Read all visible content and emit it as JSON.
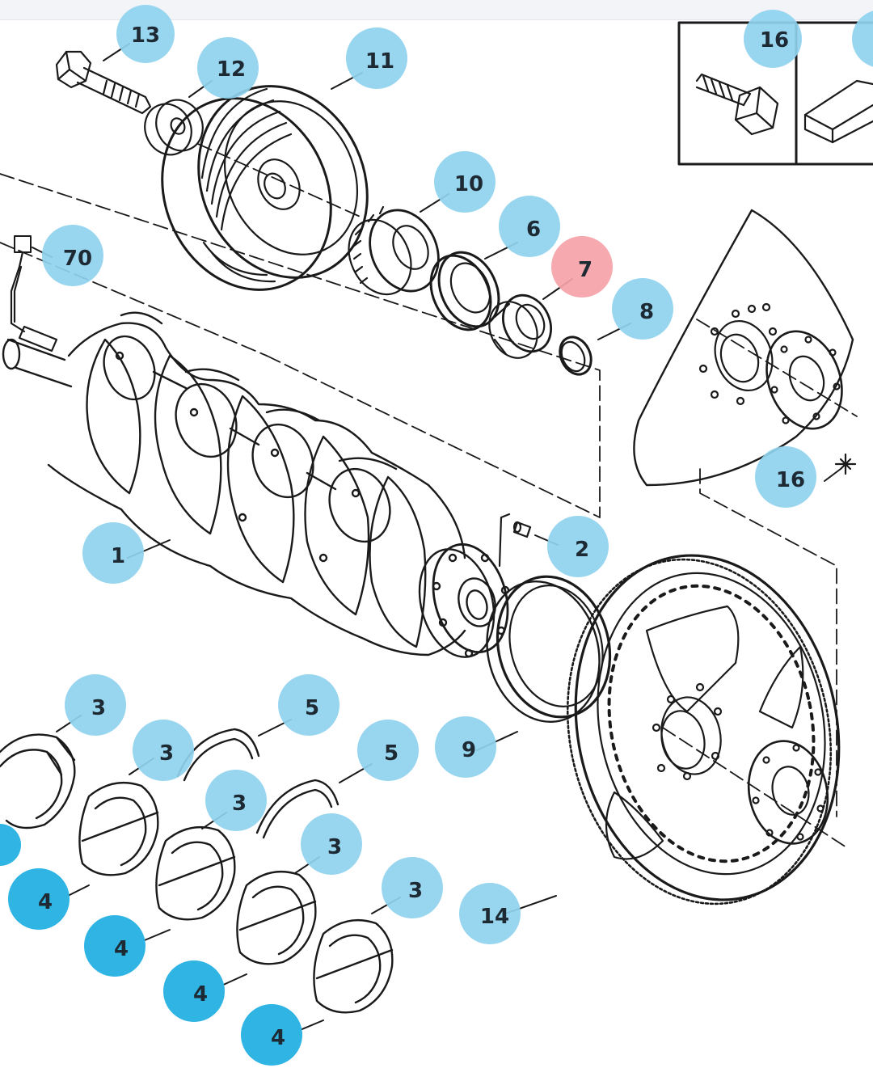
{
  "diagram": {
    "type": "exploded-parts-diagram",
    "callouts": [
      {
        "id": "c13",
        "label": "13",
        "style": "light"
      },
      {
        "id": "c12",
        "label": "12",
        "style": "light"
      },
      {
        "id": "c11",
        "label": "11",
        "style": "light"
      },
      {
        "id": "c16a",
        "label": "16",
        "style": "light"
      },
      {
        "id": "c10",
        "label": "10",
        "style": "light"
      },
      {
        "id": "c6",
        "label": "6",
        "style": "light"
      },
      {
        "id": "c7",
        "label": "7",
        "style": "highlight"
      },
      {
        "id": "c8",
        "label": "8",
        "style": "light"
      },
      {
        "id": "c70",
        "label": "70",
        "style": "light"
      },
      {
        "id": "c16b",
        "label": "16",
        "style": "light"
      },
      {
        "id": "c1",
        "label": "1",
        "style": "light"
      },
      {
        "id": "c2",
        "label": "2",
        "style": "light"
      },
      {
        "id": "c3a",
        "label": "3",
        "style": "light"
      },
      {
        "id": "c5a",
        "label": "5",
        "style": "light"
      },
      {
        "id": "c9",
        "label": "9",
        "style": "light"
      },
      {
        "id": "c3b",
        "label": "3",
        "style": "light"
      },
      {
        "id": "c5b",
        "label": "5",
        "style": "light"
      },
      {
        "id": "c3c",
        "label": "3",
        "style": "light"
      },
      {
        "id": "c3d",
        "label": "3",
        "style": "light"
      },
      {
        "id": "c3e",
        "label": "3",
        "style": "light"
      },
      {
        "id": "c14",
        "label": "14",
        "style": "light"
      },
      {
        "id": "c4a",
        "label": "4",
        "style": "dark"
      },
      {
        "id": "c4b",
        "label": "4",
        "style": "dark"
      },
      {
        "id": "c4c",
        "label": "4",
        "style": "dark"
      },
      {
        "id": "c4d",
        "label": "4",
        "style": "dark"
      }
    ]
  },
  "colors": {
    "callout_light": "#8fd3ef",
    "callout_highlight": "#f5a3a8",
    "callout_dark": "#2fb4e3",
    "line_art": "#1a1a1a",
    "toolbar": "#f3f4f8"
  }
}
